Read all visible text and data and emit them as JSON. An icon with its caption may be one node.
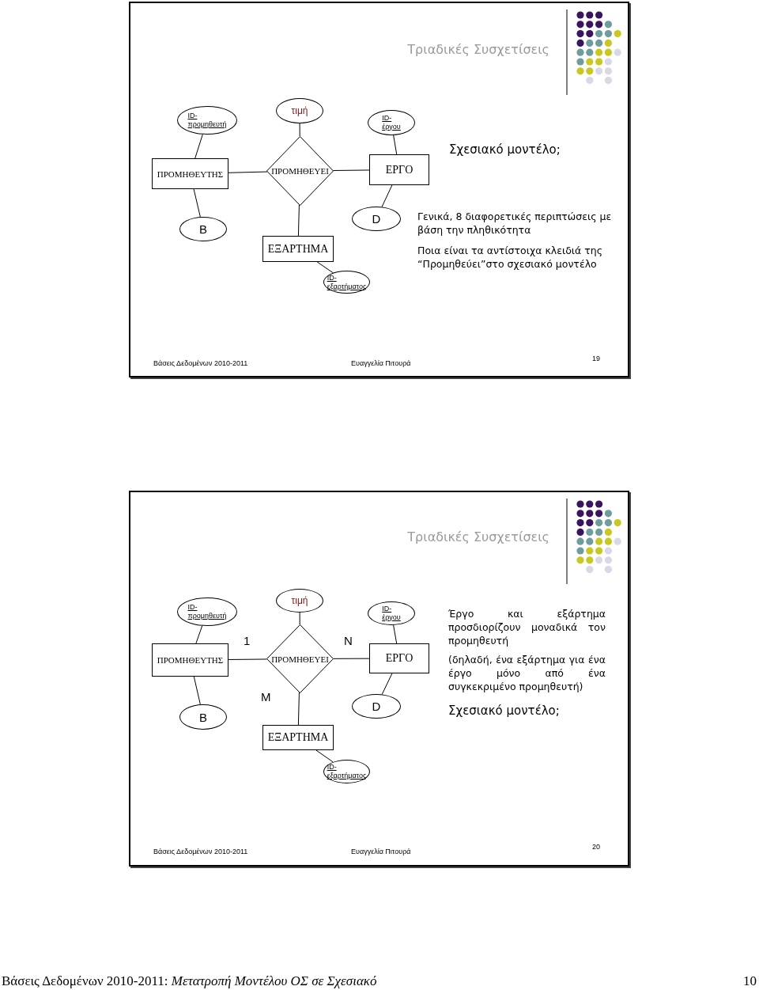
{
  "diagram": {
    "nodes": [
      {
        "text": [
          "Τριαδικές Συσχετίσεις",
          "Σχεσιακό μοντέλο;",
          "Γενικά, 8 διαφορετικές περιπτώσεις με βάση την πληθικότητα",
          "Ποια είναι τα αντίστοιχα κλειδιά της “Προμηθεύει”στο σχεσιακό μοντέλο",
          "Βάσεις Δεδομένων 2010-2011",
          "Ευαγγελία Πιτουρά",
          "19"
        ]
      },
      {
        "text": [
          "ID- προμηθευτή"
        ],
        "in": 0
      },
      {
        "text": [
          "τιμή"
        ],
        "in": 0
      },
      {
        "text": [
          "ID- έργου"
        ],
        "in": 0
      },
      {
        "text": [
          "ΠΡΟΜΗΘΕΥΤΗΣ"
        ],
        "in": 0
      },
      {
        "text": [
          "ΠΡΟΜΗΘΕΥΕΙ"
        ],
        "in": 0
      },
      {
        "text": [
          "ΕΡΓΟ"
        ],
        "in": 0
      },
      {
        "text": [
          "B"
        ],
        "in": 0
      },
      {
        "text": [
          "D"
        ],
        "in": 0
      },
      {
        "text": [
          "ΕΞΑΡΤΗΜΑ"
        ],
        "in": 0
      },
      {
        "text": [
          "ID- εξαρτήματος"
        ],
        "in": 0
      },
      {
        "text": [
          "Τριαδικές Συσχετίσεις",
          "Έργο και εξάρτημα προσδιορίζουν μοναδικά τον προμηθευτή",
          "(δηλαδή, ένα εξάρτημα για ένα έργο μόνο από ένα συγκεκριμένο προμηθευτή)",
          "Σχεσιακό μοντέλο;",
          "Βάσεις Δεδομένων 2010-2011",
          "Ευαγγελία Πιτουρά",
          "20"
        ]
      },
      {
        "text": [
          "ID- προμηθευτή"
        ],
        "in": 11
      },
      {
        "text": [
          "τιμή"
        ],
        "in": 11
      },
      {
        "text": [
          "ID- έργου"
        ],
        "in": 11
      },
      {
        "text": [
          "ΠΡΟΜΗΘΕΥΤΗΣ"
        ],
        "in": 11
      },
      {
        "text": [
          "ΠΡΟΜΗΘΕΥΕΙ"
        ],
        "in": 11
      },
      {
        "text": [
          "ΕΡΓΟ"
        ],
        "in": 11
      },
      {
        "text": [
          "B"
        ],
        "in": 11
      },
      {
        "text": [
          "D"
        ],
        "in": 11
      },
      {
        "text": [
          "ΕΞΑΡΤΗΜΑ"
        ],
        "in": 11
      },
      {
        "text": [
          "ID- εξαρτήματος"
        ],
        "in": 11
      }
    ],
    "edges": [
      {
        "from": 1,
        "to": 4,
        "arrow": "none"
      },
      {
        "from": 2,
        "to": 5,
        "arrow": "none"
      },
      {
        "from": 3,
        "to": 6,
        "arrow": "none"
      },
      {
        "from": 4,
        "to": 5,
        "arrow": "none"
      },
      {
        "from": 5,
        "to": 6,
        "arrow": "none"
      },
      {
        "from": 4,
        "to": 7,
        "arrow": "none"
      },
      {
        "from": 6,
        "to": 8,
        "arrow": "none"
      },
      {
        "from": 5,
        "to": 9,
        "arrow": "none"
      },
      {
        "from": 9,
        "to": 10,
        "arrow": "none"
      },
      {
        "from": 12,
        "to": 15,
        "arrow": "none"
      },
      {
        "from": 13,
        "to": 16,
        "arrow": "none"
      },
      {
        "from": 14,
        "to": 17,
        "arrow": "none"
      },
      {
        "from": 15,
        "to": 16,
        "arrow": "none",
        "label": "1"
      },
      {
        "from": 16,
        "to": 17,
        "arrow": "none",
        "label": "N"
      },
      {
        "from": 15,
        "to": 18,
        "arrow": "none"
      },
      {
        "from": 17,
        "to": 19,
        "arrow": "none"
      },
      {
        "from": 16,
        "to": 20,
        "arrow": "none",
        "label": "M"
      },
      {
        "from": 20,
        "to": 21,
        "arrow": "none"
      }
    ],
    "labels": [
      "Βάσεις Δεδομένων 2010-2011: *Μετατροπή Μοντέλου ΟΣ σε Σχεσιακό*",
      "10"
    ]
  }
}
